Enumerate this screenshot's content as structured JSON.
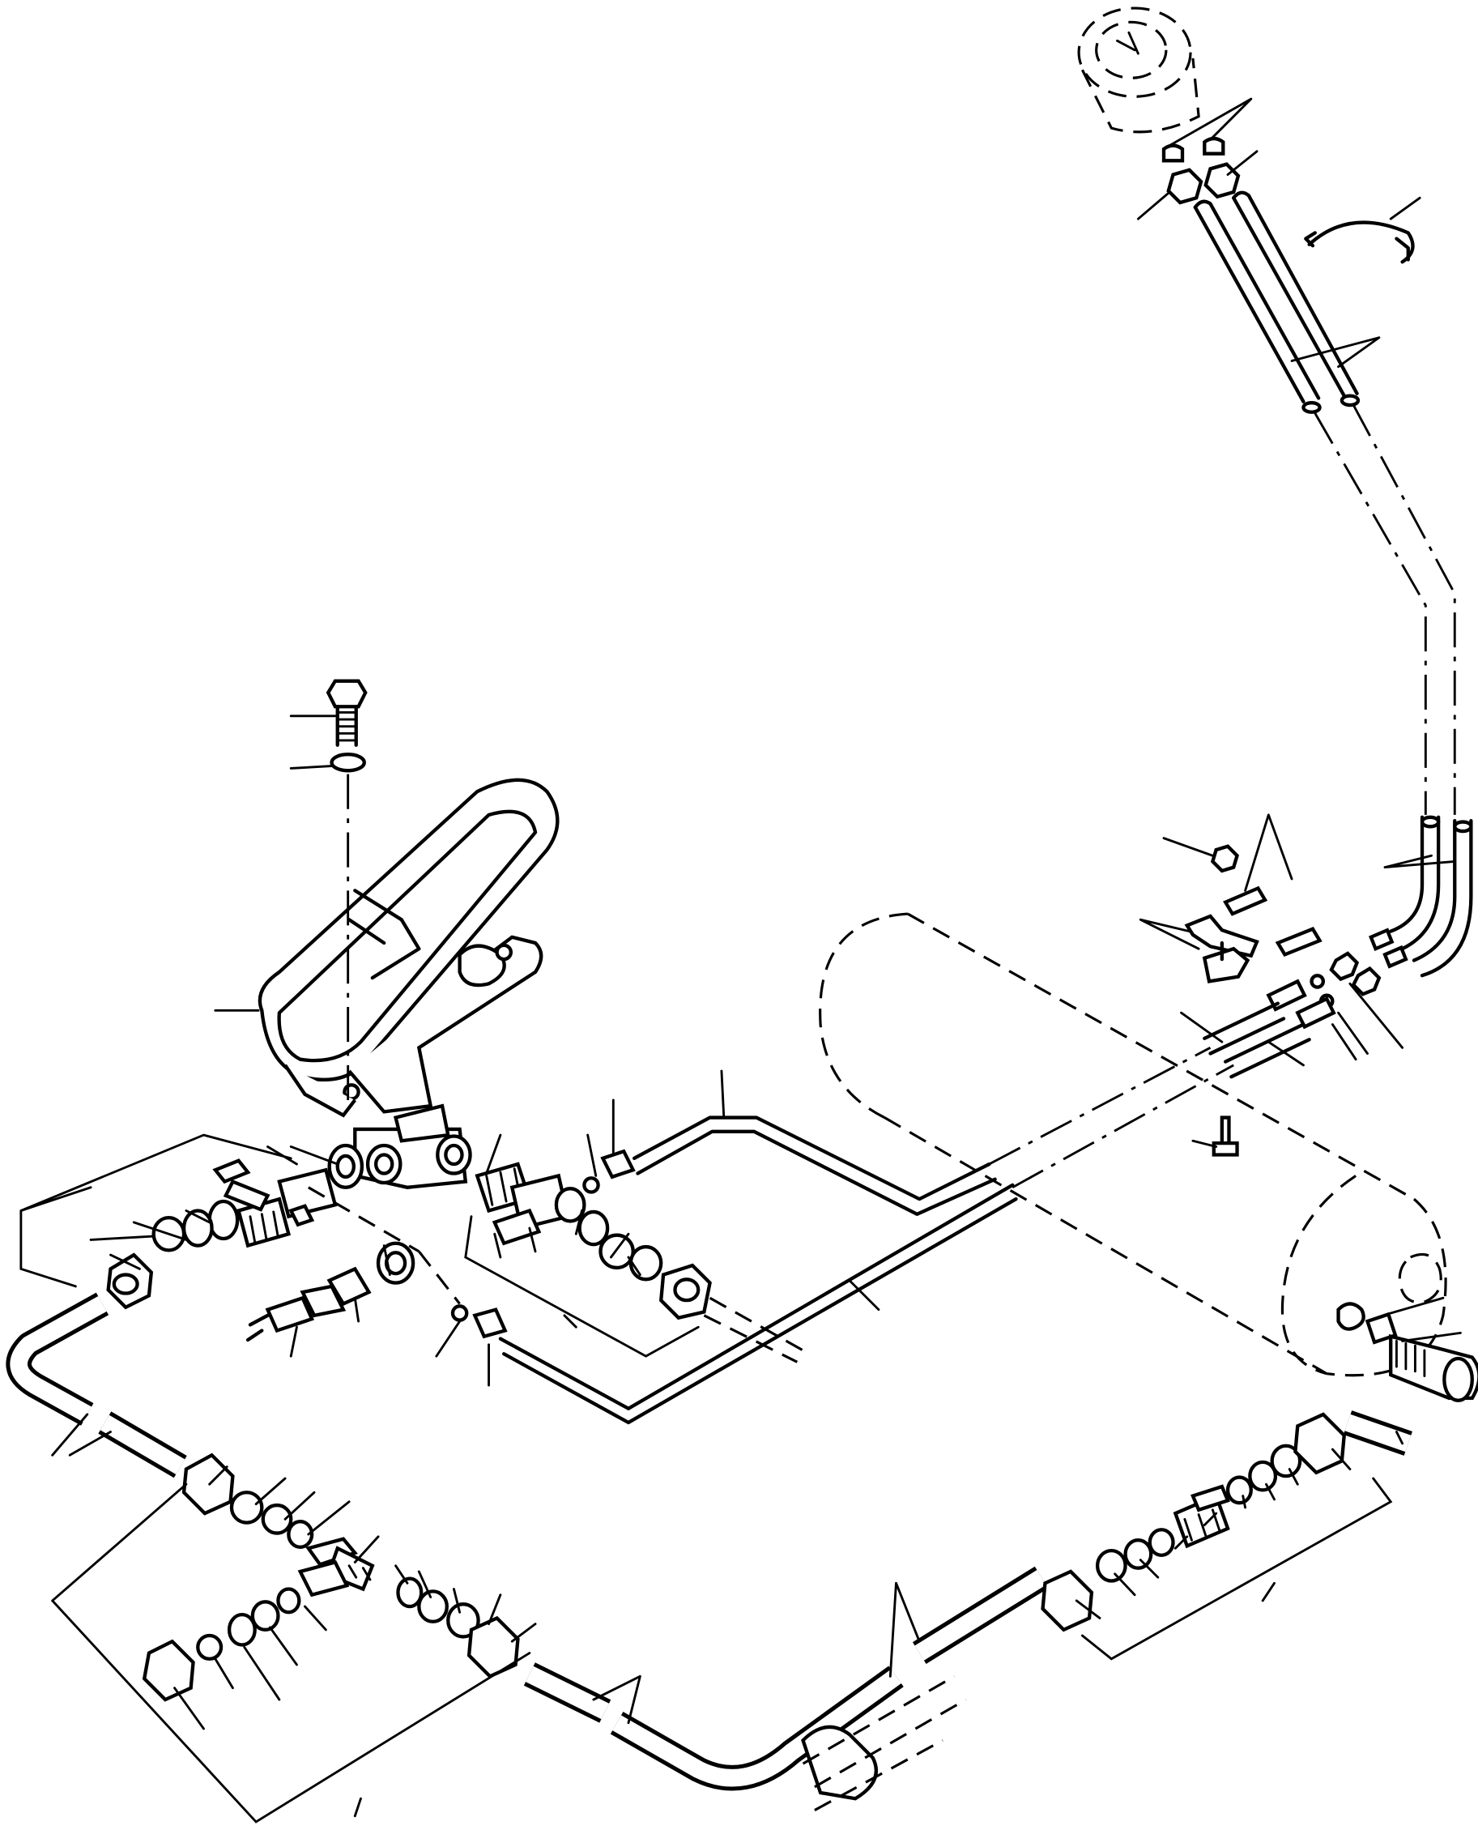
{
  "diagram": {
    "parts": [
      {
        "id": "brake-valve-pedal",
        "icon": "pedal-icon"
      },
      {
        "id": "mounting-bolt",
        "icon": "bolt-icon"
      },
      {
        "id": "lock-washer",
        "icon": "washer-icon"
      },
      {
        "id": "valve-body",
        "icon": "valve-icon"
      },
      {
        "id": "air-reservoir",
        "icon": "tank-icon"
      },
      {
        "id": "pressure-gauge",
        "icon": "gauge-icon"
      },
      {
        "id": "gauge-clip",
        "icon": "clip-icon"
      },
      {
        "id": "gauge-lines",
        "icon": "tube-icon"
      },
      {
        "id": "hose-clamp",
        "icon": "clamp-icon"
      },
      {
        "id": "stop-light-switch",
        "icon": "switch-icon"
      },
      {
        "id": "tee-fitting",
        "icon": "tee-icon"
      },
      {
        "id": "elbow-fitting",
        "icon": "elbow-icon"
      },
      {
        "id": "tube-nuts",
        "icon": "nut-icon"
      },
      {
        "id": "sleeves",
        "icon": "sleeve-icon"
      },
      {
        "id": "air-line-tubes",
        "icon": "tube-icon"
      }
    ]
  }
}
